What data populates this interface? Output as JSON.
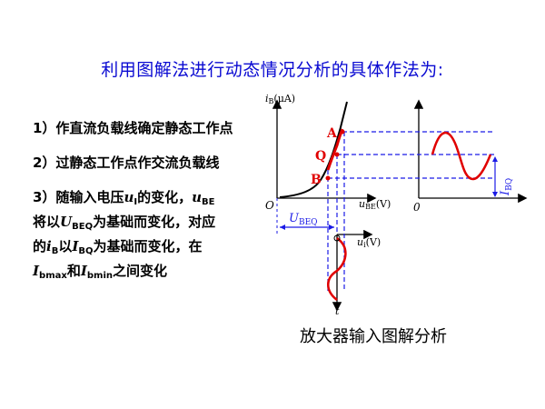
{
  "title": "利用图解法进行动态情况分析的具体作法为:",
  "steps": {
    "s1": "1）作直流负载线确定静态工作点",
    "s2": "2）过静态工作点作交流负载线",
    "s3": {
      "prefix": "3）随输入电压",
      "u": "u",
      "u_sub": "I",
      "mid1": "的变化，",
      "ube": "u",
      "ube_sub": "BE",
      "line2a": "将以",
      "ubeq": "U",
      "ubeq_sub": "BEQ",
      "line2b": "为基础而变化，对应",
      "line3a": "的",
      "ib": "i",
      "ib_sub": "B",
      "line3b": "以",
      "ibq": "I",
      "ibq_sub": "BQ",
      "line3c": "为基础而变化，在",
      "ibmax": "I",
      "ibmax_sub": "bmax",
      "and": "和",
      "ibmin": "I",
      "ibmin_sub": "bmin",
      "line4": "之间变化"
    }
  },
  "diagram": {
    "ib_axis_label": "i",
    "ib_axis_sub": "B",
    "ib_axis_unit": "(μA)",
    "ube_axis_label": "u",
    "ube_axis_sub": "BE",
    "ube_axis_unit": "(V)",
    "ui_axis_label": "u",
    "ui_axis_sub": "i",
    "ui_axis_unit": "(V)",
    "origin_left": "O",
    "origin_right": "0",
    "point_a": "A",
    "point_q": "Q",
    "point_b": "B",
    "ubeq_label": "U",
    "ubeq_sub": "BEQ",
    "ibq_label": "I",
    "ibq_sub": "BQ",
    "t_label": "t",
    "colors": {
      "curve": "#000000",
      "signal": "#e00000",
      "guide": "#1a1ae6",
      "text": "#000000"
    }
  },
  "caption": "放大器输入图解分析"
}
